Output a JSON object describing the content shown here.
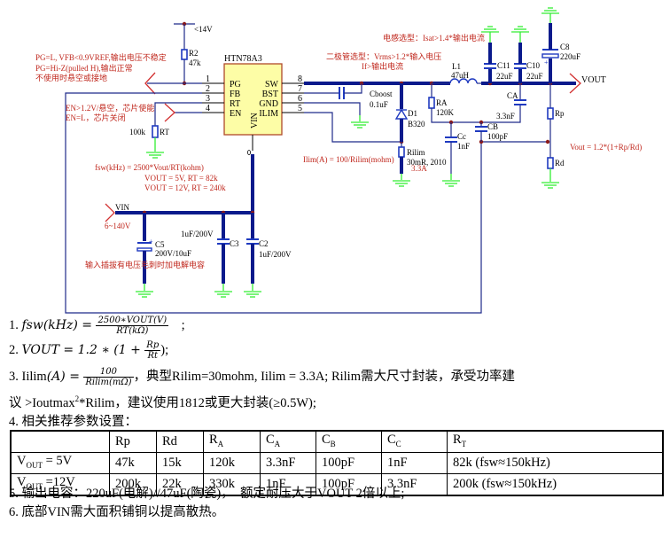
{
  "schematic": {
    "ic": {
      "name": "HTN78A3",
      "pins_left": [
        {
          "num": "1",
          "name": "PG"
        },
        {
          "num": "2",
          "name": "FB"
        },
        {
          "num": "3",
          "name": "RT"
        },
        {
          "num": "4",
          "name": "EN"
        }
      ],
      "pins_right": [
        {
          "num": "8",
          "name": "SW"
        },
        {
          "num": "7",
          "name": "BST"
        },
        {
          "num": "6",
          "name": "GND"
        },
        {
          "num": "5",
          "name": "ILIM"
        }
      ],
      "pin_bottom": "VIN"
    },
    "components": {
      "R2": {
        "ref": "R2",
        "value": "47k"
      },
      "rail_14v": "<14V",
      "RT": {
        "ref": "RT",
        "value": "100k"
      },
      "Cboost": {
        "ref": "Cboost",
        "value": "0.1uF"
      },
      "D1": {
        "ref": "D1",
        "value": "B320"
      },
      "Rilim": {
        "ref": "Rilim",
        "value": "30mR, 2010",
        "current": "3.3A"
      },
      "L1": {
        "ref": "L1",
        "value": "47uH"
      },
      "RA": {
        "ref": "RA",
        "value": "120K"
      },
      "CA": {
        "ref": "CA",
        "value": "3.3nF"
      },
      "CB": {
        "ref": "CB",
        "value": "100pF"
      },
      "Cc": {
        "ref": "Cc",
        "value": "1nF"
      },
      "C11": {
        "ref": "C11",
        "value": "22uF"
      },
      "C10": {
        "ref": "C10",
        "value": "22uF"
      },
      "C8": {
        "ref": "C8",
        "value": "220uF"
      },
      "Rp": {
        "ref": "Rp"
      },
      "Rd": {
        "ref": "Rd"
      },
      "C5": {
        "ref": "C5",
        "value": "200V/10uF"
      },
      "C3": {
        "ref": "C3",
        "value": "1uF/200V"
      },
      "C2": {
        "ref": "C2",
        "value": "1uF/200V"
      }
    },
    "ports": {
      "vout": "VOUT",
      "vin": "VIN",
      "vin_range": "6~140V"
    },
    "notes": {
      "pg1": "PG=L, VFB<0.9VREF,输出电压不稳定",
      "pg2": "PG=Hi-Z(pulled H),输出正常",
      "pg3": "不使用时悬空或接地",
      "en1": "EN>1.2V/悬空，芯片使能",
      "en2": "EN=L，芯片关闭",
      "fsw": "fsw(kHz) = 2500*Vout/RT(kohm)",
      "fsw_5v": "VOUT = 5V, RT = 82k",
      "fsw_12v": "VOUT = 12V, RT = 240k",
      "diode1": "二极管选型：Vrms>1.2*输入电压",
      "diode2": "If>输出电流",
      "inductor": "电感选型：Isat>1.4*输出电流",
      "ilim": "Ilim(A) = 100/Rilim(mohm)",
      "vout_formula": "Vout = 1.2*(1+Rp/Rd)",
      "c5_note": "输入插拔有电压毛刺时加电解电容"
    }
  },
  "text": {
    "l1_prefix": "1. ",
    "l1_lhs": "fsw(kHz) = ",
    "l1_num": "2500∗VOUT(V)",
    "l1_den": "RT(kΩ)",
    "l1_suffix": "　;",
    "l2_prefix": "2. ",
    "l2_lhs": "VOUT = 1.2 ∗ (1 + ",
    "l2_num": "Rp",
    "l2_den": "Rt",
    "l2_suffix": ");",
    "l3_prefix": "3. Iilim",
    "l3_lhs": "(A) = ",
    "l3_num": "100",
    "l3_den": "Rilim(mΩ)",
    "l3_suffix": "，典型Rilim=30mohm, Iilim = 3.3A; Rilim需大尺寸封装，承受功率建",
    "l3b_a": "议 >Ioutmax",
    "l3b_sup": "2",
    "l3b_b": "*Rilim，建议使用1812或更大封装(≥0.5W);",
    "l4": "4. 相关推荐参数设置：",
    "l5": "5. 输出电容：220uF(电解)//47uF(陶瓷)，　额定耐压大于VOUT 2倍以上;",
    "l6": "6. 底部VIN需大面积铺铜以提高散热。"
  },
  "table": {
    "headers": [
      {
        "main": "",
        "sub": ""
      },
      {
        "main": "Rp",
        "sub": ""
      },
      {
        "main": "Rd",
        "sub": ""
      },
      {
        "main": "R",
        "sub": "A"
      },
      {
        "main": "C",
        "sub": "A"
      },
      {
        "main": "C",
        "sub": "B"
      },
      {
        "main": "C",
        "sub": "C"
      },
      {
        "main": "R",
        "sub": "T"
      }
    ],
    "rows": [
      {
        "label_main": "V",
        "label_sub": "OUT",
        "label_rest": " = 5V",
        "cells": [
          "47k",
          "15k",
          "120k",
          "3.3nF",
          "100pF",
          "1nF",
          "82k (fsw≈150kHz)"
        ]
      },
      {
        "label_main": "V",
        "label_sub": "OUT",
        "label_rest": " =12V",
        "cells": [
          "200k",
          "22k",
          "330k",
          "1nF",
          "100pF",
          "3.3nF",
          "200k (fsw≈150kHz)"
        ]
      }
    ]
  }
}
